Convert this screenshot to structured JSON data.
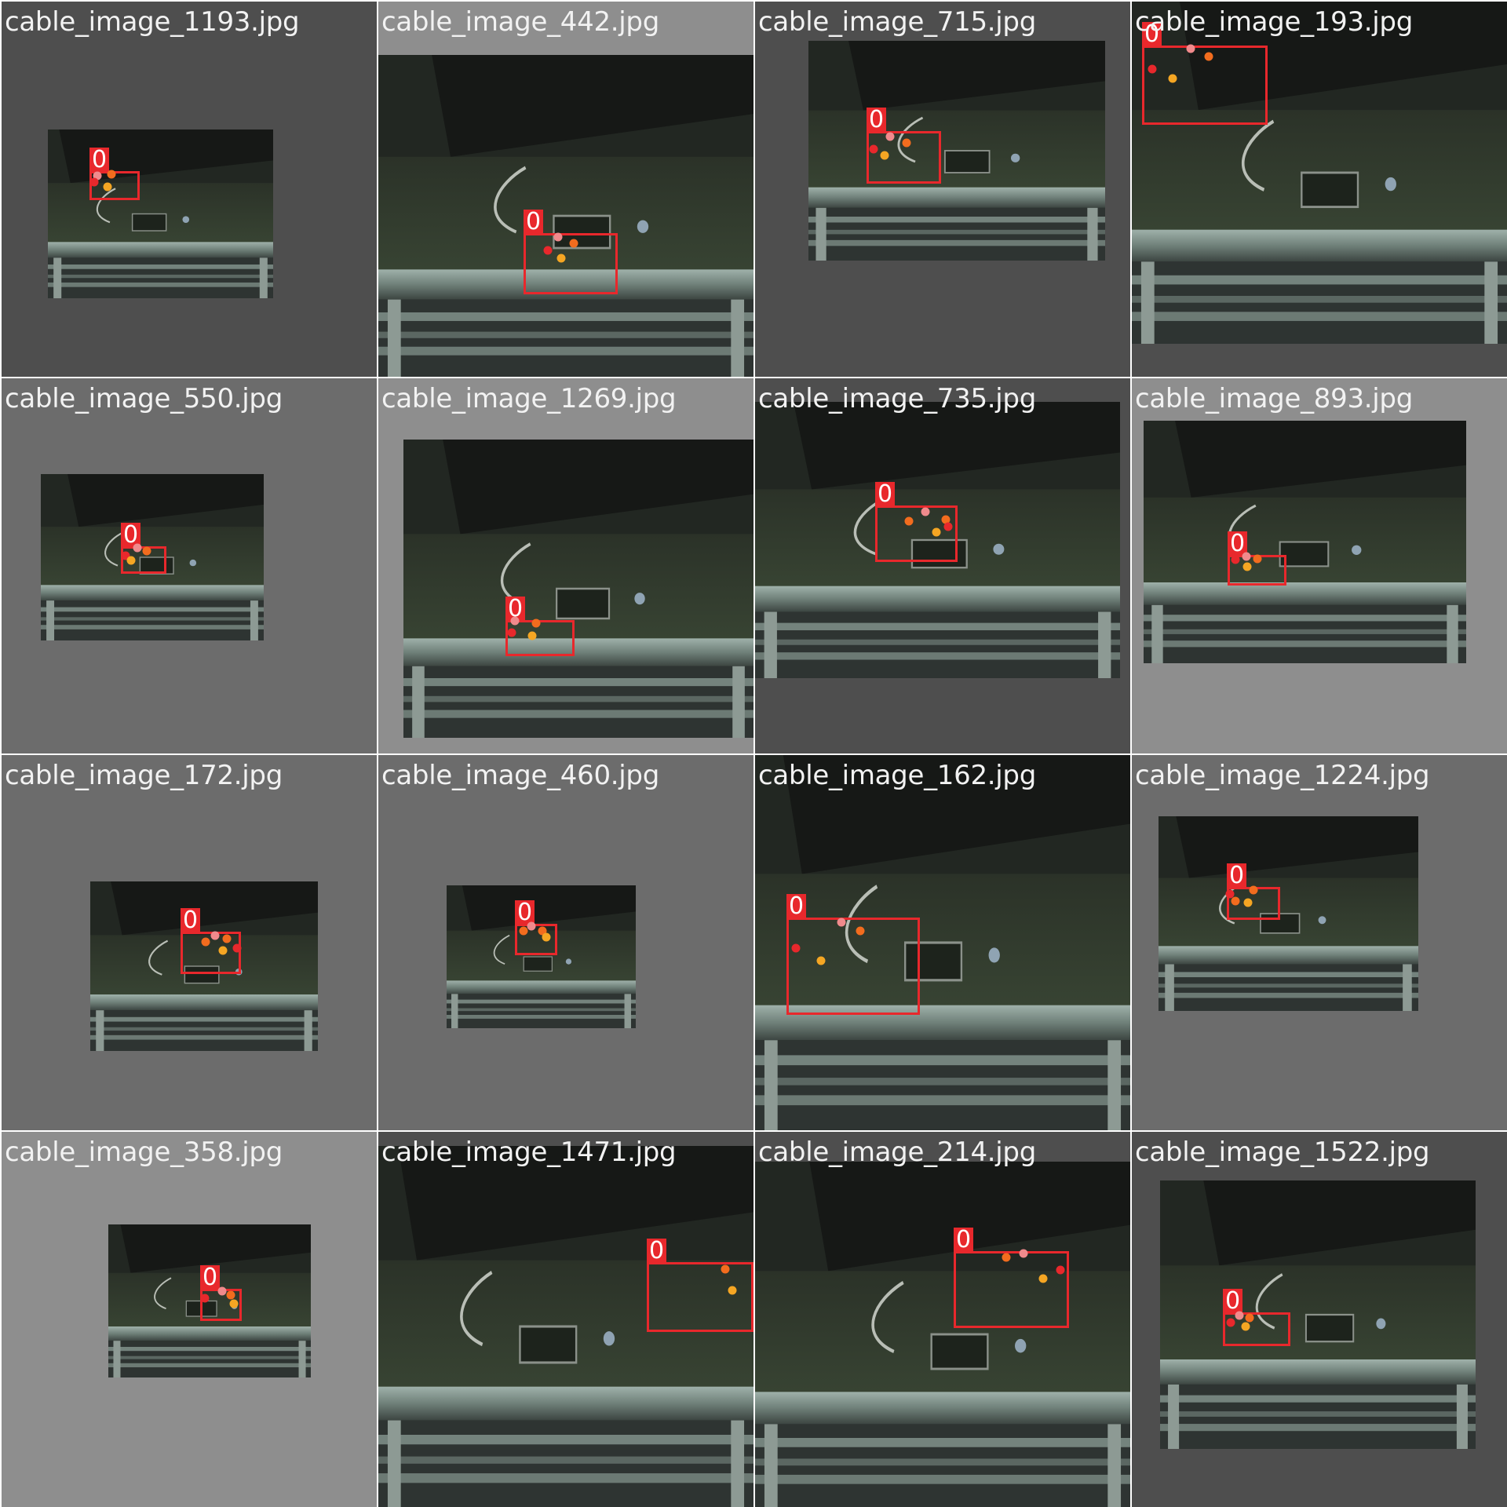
{
  "colors": {
    "box": "#e8282c",
    "label_text": "#f2f2f2",
    "keypoint_pink": "#f08a8c",
    "keypoint_orange": "#f26c1e",
    "keypoint_yellow": "#f5a623",
    "keypoint_red": "#e8282c"
  },
  "tiles": [
    {
      "filename": "cable_image_1193.jpg",
      "class_label": "0"
    },
    {
      "filename": "cable_image_442.jpg",
      "class_label": "0"
    },
    {
      "filename": "cable_image_715.jpg",
      "class_label": "0"
    },
    {
      "filename": "cable_image_193.jpg",
      "class_label": "0"
    },
    {
      "filename": "cable_image_550.jpg",
      "class_label": "0"
    },
    {
      "filename": "cable_image_1269.jpg",
      "class_label": "0"
    },
    {
      "filename": "cable_image_735.jpg",
      "class_label": "0"
    },
    {
      "filename": "cable_image_893.jpg",
      "class_label": "0"
    },
    {
      "filename": "cable_image_172.jpg",
      "class_label": "0"
    },
    {
      "filename": "cable_image_460.jpg",
      "class_label": "0"
    },
    {
      "filename": "cable_image_162.jpg",
      "class_label": "0"
    },
    {
      "filename": "cable_image_1224.jpg",
      "class_label": "0"
    },
    {
      "filename": "cable_image_358.jpg",
      "class_label": "0"
    },
    {
      "filename": "cable_image_1471.jpg",
      "class_label": "0"
    },
    {
      "filename": "cable_image_214.jpg",
      "class_label": "0"
    },
    {
      "filename": "cable_image_1522.jpg",
      "class_label": "0"
    }
  ]
}
